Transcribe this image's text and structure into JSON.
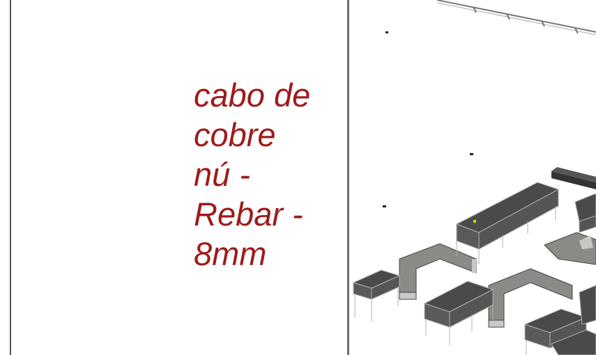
{
  "annotation": {
    "lines": [
      "cabo de",
      "cobre",
      "nú -",
      "Rebar -",
      "8mm"
    ],
    "color": "#9e1b1b"
  },
  "colors": {
    "desk_top": "#4a4a4a",
    "desk_side": "#5a5a5a",
    "desk_edge": "#b0b0b0",
    "counter_top": "#8a8a86",
    "counter_side": "#c8c8c4",
    "beam": "#333333"
  }
}
